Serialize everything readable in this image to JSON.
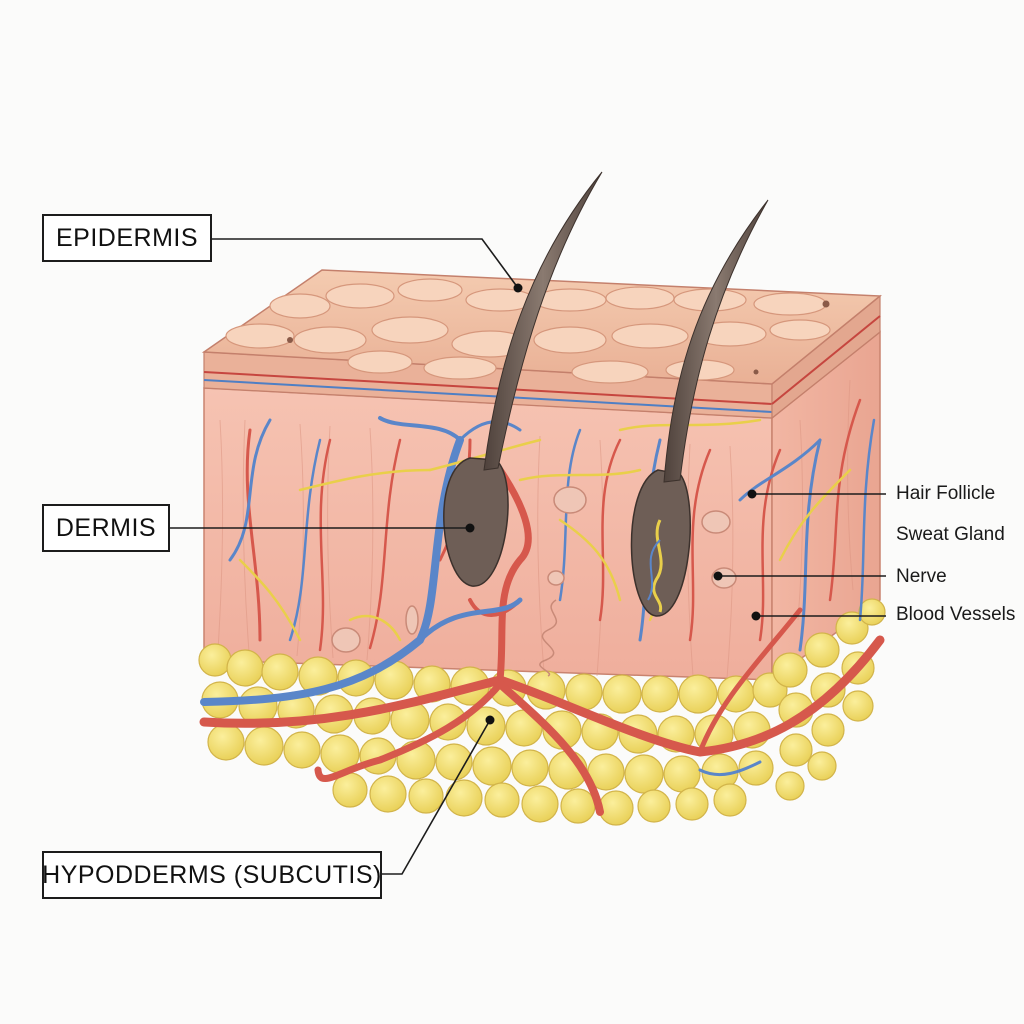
{
  "labels": {
    "epidermis": "EPIDERMIS",
    "dermis": "DERMIS",
    "hypodermis": "HYPODDERMS (SUBCUTIS)",
    "hair_follicle": "Hair Follicle",
    "sweat_gland": "Sweat Gland",
    "nerve": "Nerve",
    "blood_vessels": "Blood Vessels"
  },
  "colors": {
    "epidermis_top": "#f0c2a3",
    "dermis": "#f3b9a6",
    "fat": "#f2dd6e",
    "artery": "#d6584c",
    "vein": "#5a86c9",
    "nerve": "#e9cf4a",
    "hair": "#6a5a52",
    "leader": "#1c1c1c"
  }
}
